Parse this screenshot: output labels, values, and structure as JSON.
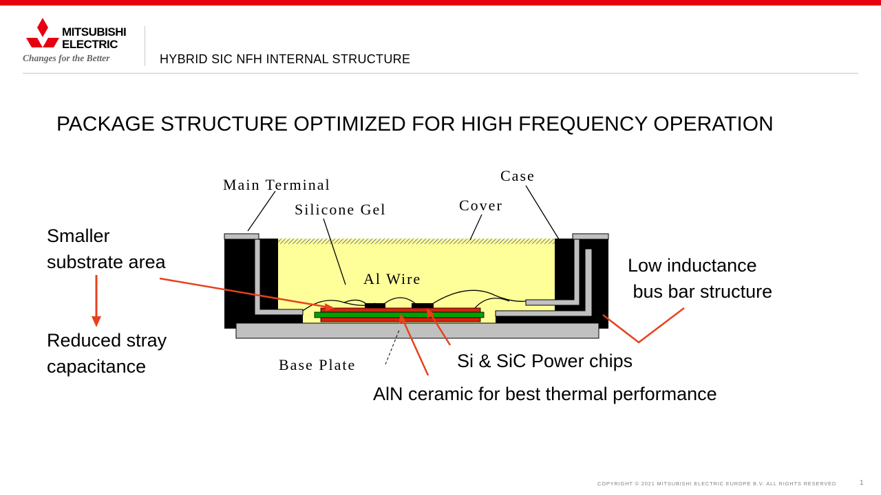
{
  "header": {
    "brand_line1": "MITSUBISHI",
    "brand_line2": "ELECTRIC",
    "tagline": "Changes for the Better",
    "title": "HYBRID SIC NFH INTERNAL  STRUCTURE"
  },
  "slide": {
    "title": "PACKAGE STRUCTURE OPTIMIZED FOR HIGH FREQUENCY OPERATION"
  },
  "diagram_labels": {
    "main_terminal": "Main Terminal",
    "silicone_gel": "Silicone Gel",
    "cover": "Cover",
    "case": "Case",
    "al_wire": "Al Wire",
    "base_plate": "Base Plate"
  },
  "callouts": {
    "smaller_substrate_line1": "Smaller",
    "smaller_substrate_line2": "substrate area",
    "reduced_stray_line1": "Reduced stray",
    "reduced_stray_line2": "capacitance",
    "low_inductance_line1": "Low inductance",
    "low_inductance_line2": " bus bar structure",
    "power_chips": "Si & SiC Power chips",
    "aln_ceramic": "AlN ceramic for best thermal performance"
  },
  "footer": {
    "copyright": "COPYRIGHT  © 2021  MITSUBISHI  ELECTRIC  EUROPE  B.V.  ALL  RIGHTS  RESERVED",
    "page_number": "1"
  },
  "colors": {
    "brand_red": "#e60012",
    "gel_yellow": "#ffff99",
    "case_black": "#000000",
    "plate_gray": "#c0c0c0",
    "substrate_green": "#00a000",
    "arrow_red": "#e8401c"
  }
}
